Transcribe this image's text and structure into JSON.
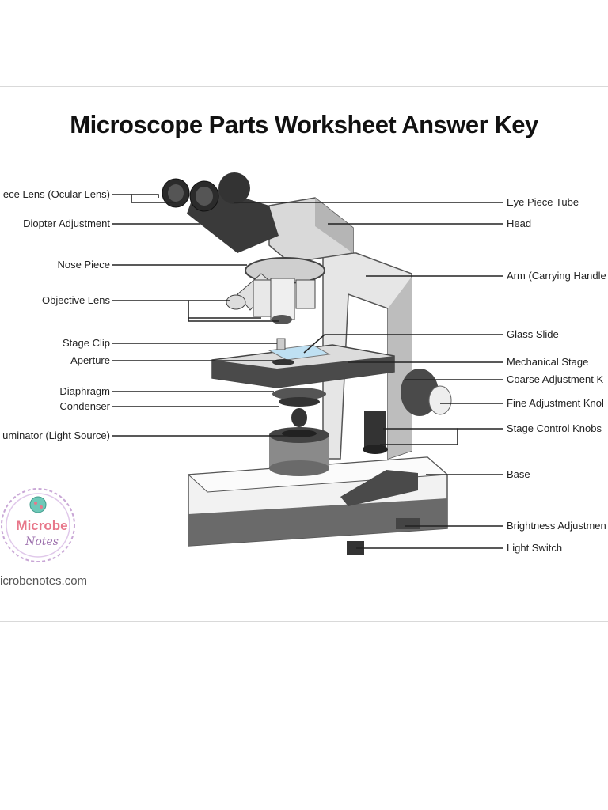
{
  "title": "Microscope Parts Worksheet Answer Key",
  "labels_left": [
    "ece Lens (Ocular Lens)",
    "Diopter Adjustment",
    "Nose Piece",
    "Objective Lens",
    "Stage Clip",
    "Aperture",
    "Diaphragm",
    "Condenser",
    "uminator (Light Source)"
  ],
  "labels_right": [
    "Eye Piece Tube",
    "Head",
    "Arm (Carrying Handle",
    "Glass Slide",
    "Mechanical Stage",
    "Coarse Adjustment K",
    "Fine Adjustment Knol",
    "Stage Control Knobs",
    "Base",
    "Brightness Adjustmen",
    "Light Switch"
  ],
  "logo": {
    "line1": "Microbe",
    "line2": "Notes"
  },
  "site": "icrobenotes.com",
  "colors": {
    "line": "#222222",
    "body_light": "#e9e9e9",
    "body_dark": "#4a4a4a",
    "logo_pink": "#e8778a",
    "logo_purple": "#9a6cab"
  }
}
